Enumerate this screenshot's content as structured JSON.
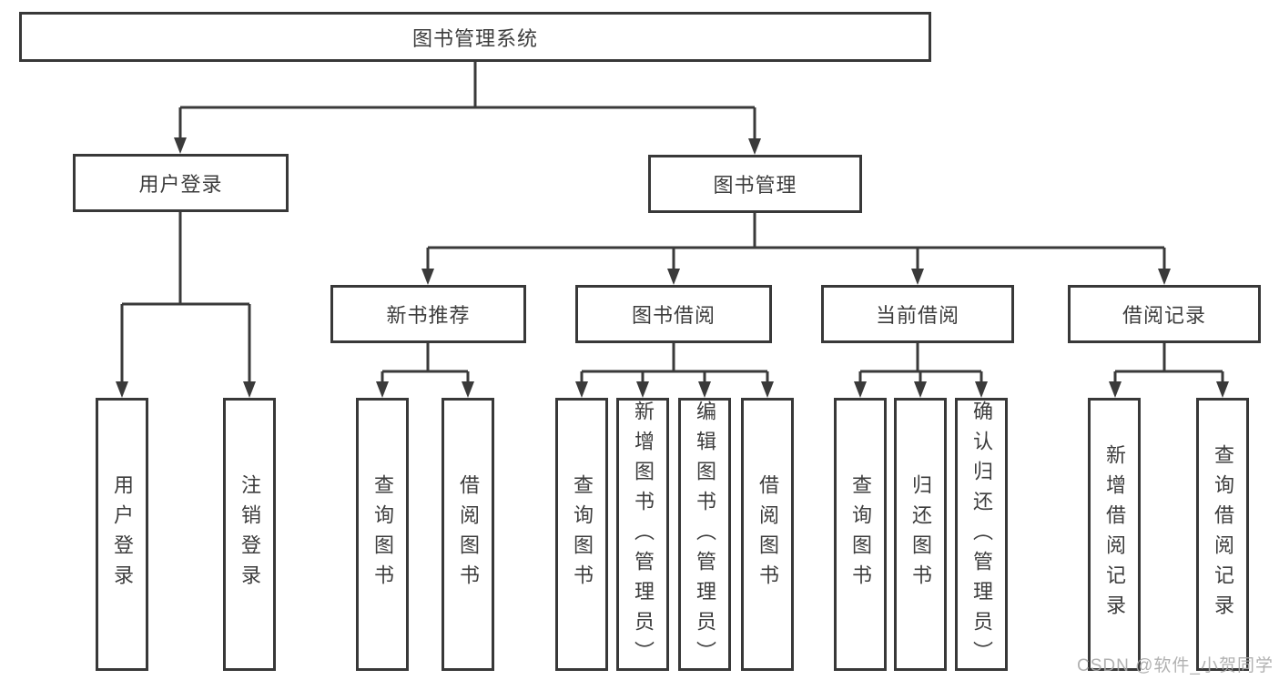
{
  "colors": {
    "line": "#3a3a3a",
    "box_border": "#383838",
    "box_fill": "#ffffff",
    "text": "#3d3d3d",
    "watermark": "#a9a9a9"
  },
  "chart_type": "hierarchy-diagram",
  "tree": {
    "root": {
      "label": "图书管理系统",
      "children": [
        {
          "label": "用户登录",
          "children": [
            {
              "label": "用户登录"
            },
            {
              "label": "注销登录"
            }
          ]
        },
        {
          "label": "图书管理",
          "children": [
            {
              "label": "新书推荐",
              "children": [
                {
                  "label": "查询图书"
                },
                {
                  "label": "借阅图书"
                }
              ]
            },
            {
              "label": "图书借阅",
              "children": [
                {
                  "label": "查询图书"
                },
                {
                  "label": "新增图书（管理员）"
                },
                {
                  "label": "编辑图书（管理员）"
                },
                {
                  "label": "借阅图书"
                }
              ]
            },
            {
              "label": "当前借阅",
              "children": [
                {
                  "label": "查询图书"
                },
                {
                  "label": "归还图书"
                },
                {
                  "label": "确认归还（管理员）"
                }
              ]
            },
            {
              "label": "借阅记录",
              "children": [
                {
                  "label": "新增借阅记录"
                },
                {
                  "label": "查询借阅记录"
                }
              ]
            }
          ]
        }
      ]
    }
  },
  "watermark": {
    "text": "CSDN @软件_小贺同学"
  }
}
